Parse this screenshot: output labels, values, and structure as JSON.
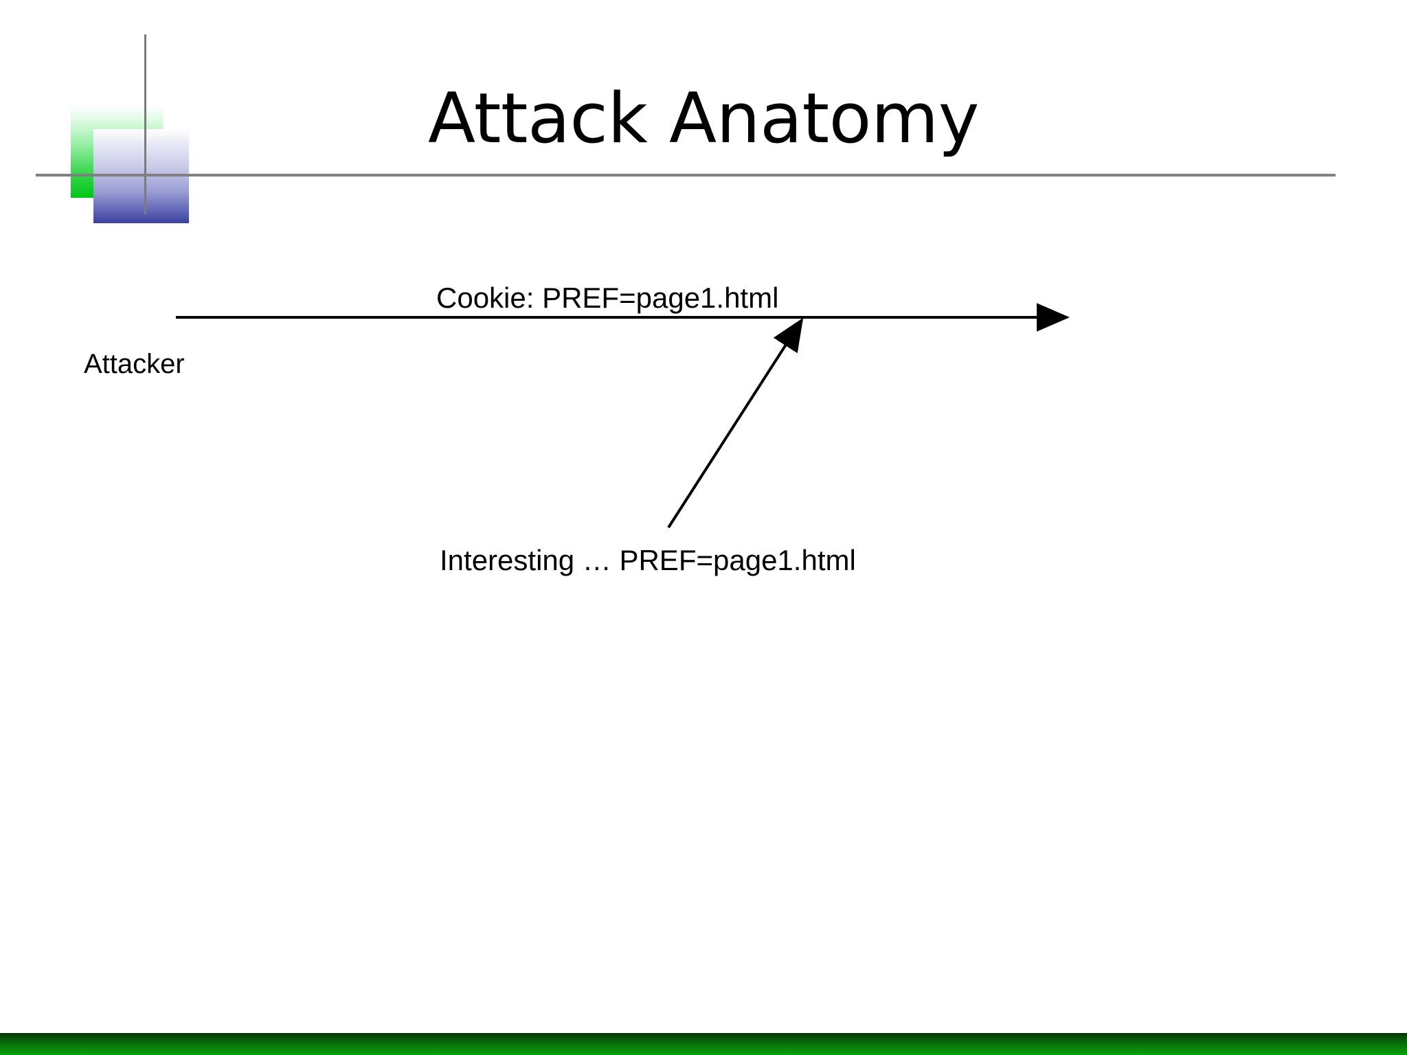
{
  "slide": {
    "title": "Attack Anatomy",
    "background_color": "#ffffff",
    "divider_color": "#808080",
    "footer_band_color": "#0a7a08"
  },
  "logo": {
    "green_square": "green-gradient-square",
    "blue_square": "blue-gradient-square",
    "vertical_line": "vertical-rule",
    "green_color": "#00c618",
    "blue_color": "#3b3f9e",
    "line_color": "#7b7b7b"
  },
  "diagram": {
    "type": "sequence-diagram",
    "messages": [
      {
        "id": "cookie-message",
        "label": "Cookie: PREF=page1.html",
        "direction": "right"
      }
    ],
    "actors": [
      {
        "id": "attacker",
        "label": "Attacker"
      }
    ],
    "annotations": [
      {
        "id": "interesting-note",
        "label": "Interesting … PREF=page1.html",
        "points_to": "cookie-message"
      }
    ]
  }
}
